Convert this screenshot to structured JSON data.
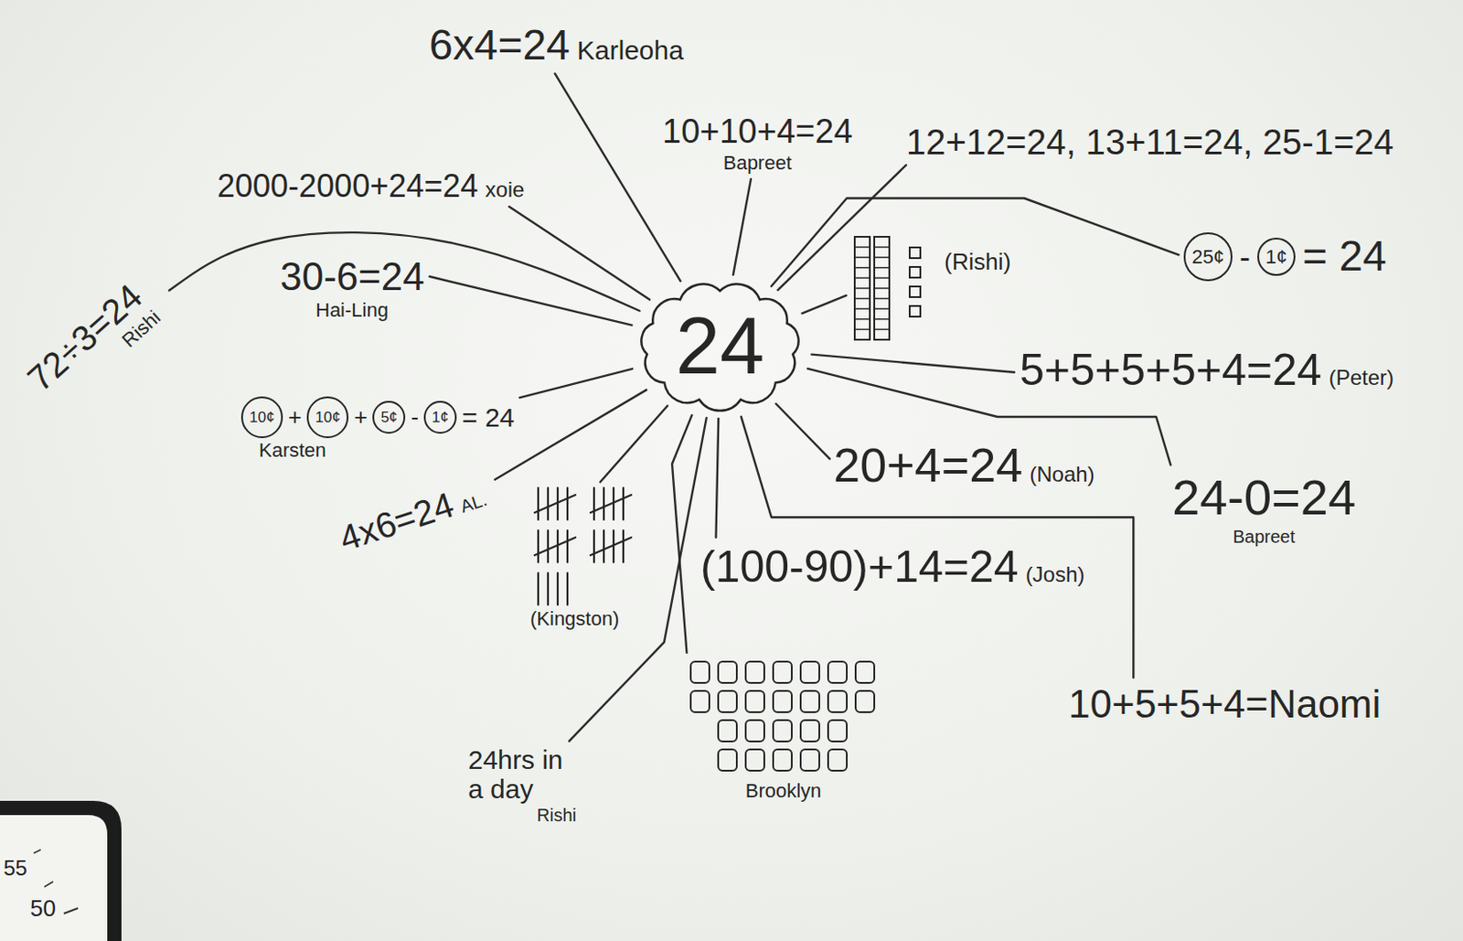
{
  "diagram": {
    "nodes": [
      {
        "text": [
          "24"
        ]
      },
      {
        "text": [
          "6x4=24",
          "Karleoha"
        ]
      },
      {
        "text": [
          "10+10+4=24",
          "Bapreet"
        ]
      },
      {
        "text": [
          "12+12=24, 13+11=24, 25-1=24"
        ]
      },
      {
        "text": [
          "2000-2000+24=24",
          "xoie"
        ]
      },
      {
        "text": [
          "72÷3=24",
          "Rishi"
        ]
      },
      {
        "text": [
          "30-6=24",
          "Hai-Ling"
        ]
      },
      {
        "text": [
          "(Rishi)"
        ]
      },
      {
        "text": [
          "25¢",
          "-",
          "1¢",
          "= 24"
        ]
      },
      {
        "text": [
          "10¢",
          "+",
          "10¢",
          "+",
          "5¢",
          "-",
          "1¢",
          "= 24",
          "Karsten"
        ]
      },
      {
        "text": [
          "5+5+5+5+4=24",
          "(Peter)"
        ]
      },
      {
        "text": [
          "4x6=24",
          "AL."
        ]
      },
      {
        "text": [
          "(Kingston)"
        ]
      },
      {
        "text": [
          "20+4=24",
          "(Noah)"
        ]
      },
      {
        "text": [
          "24-0=24",
          "Bapreet"
        ]
      },
      {
        "text": [
          "(100-90)+14=24",
          "(Josh)"
        ]
      },
      {
        "text": [
          "10+5+5+4=Naomi"
        ]
      },
      {
        "text": [
          "24hrs in a day",
          "Rishi"
        ]
      },
      {
        "text": [
          "Brooklyn"
        ]
      }
    ],
    "edges": [
      {
        "from": 0,
        "to": 1,
        "arrow": "none"
      },
      {
        "from": 0,
        "to": 2,
        "arrow": "none"
      },
      {
        "from": 0,
        "to": 3,
        "arrow": "none"
      },
      {
        "from": 0,
        "to": 4,
        "arrow": "none"
      },
      {
        "from": 0,
        "to": 5,
        "arrow": "none"
      },
      {
        "from": 0,
        "to": 6,
        "arrow": "none"
      },
      {
        "from": 0,
        "to": 7,
        "arrow": "none"
      },
      {
        "from": 0,
        "to": 8,
        "arrow": "none"
      },
      {
        "from": 0,
        "to": 9,
        "arrow": "none"
      },
      {
        "from": 0,
        "to": 10,
        "arrow": "none"
      },
      {
        "from": 0,
        "to": 11,
        "arrow": "none"
      },
      {
        "from": 0,
        "to": 12,
        "arrow": "none"
      },
      {
        "from": 0,
        "to": 13,
        "arrow": "none"
      },
      {
        "from": 0,
        "to": 14,
        "arrow": "none"
      },
      {
        "from": 0,
        "to": 15,
        "arrow": "none"
      },
      {
        "from": 0,
        "to": 16,
        "arrow": "none"
      },
      {
        "from": 0,
        "to": 17,
        "arrow": "none"
      },
      {
        "from": 0,
        "to": 18,
        "arrow": "none"
      }
    ],
    "labels": [
      "55",
      "50"
    ]
  }
}
